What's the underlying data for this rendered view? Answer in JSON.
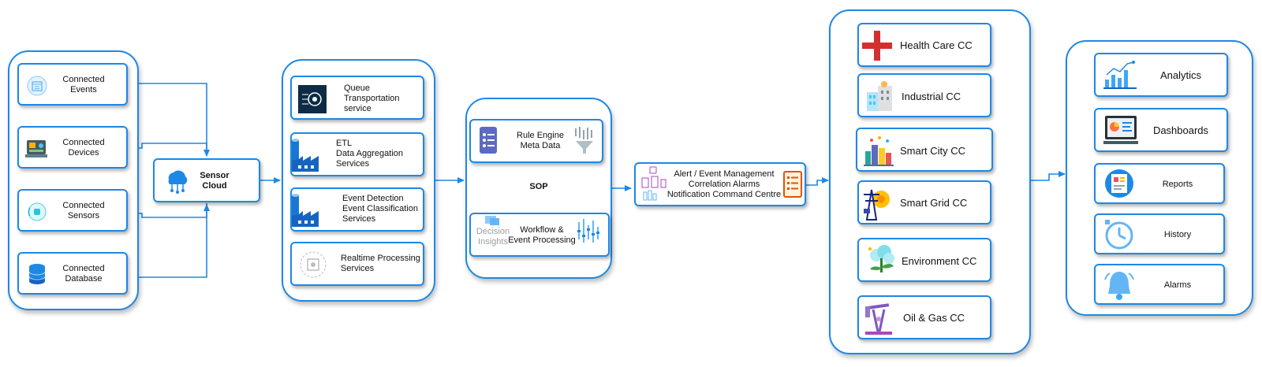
{
  "sources": {
    "events": [
      "Connected",
      "Events"
    ],
    "devices": [
      "Connected",
      "Devices"
    ],
    "sensors": [
      "Connected",
      "Sensors"
    ],
    "database": [
      "Connected",
      "Database"
    ]
  },
  "sensor_cloud": [
    "Sensor",
    "Cloud"
  ],
  "services": {
    "queue": [
      "Queue",
      "Transportation",
      "service"
    ],
    "etl": [
      "ETL",
      "Data Aggregation",
      "Services"
    ],
    "event_detection": [
      "Event Detection",
      "Event Classification",
      "Services"
    ],
    "realtime": [
      "Realtime Processing",
      "Services"
    ]
  },
  "sop": {
    "title": "SOP",
    "rule_engine": [
      "Rule Engine",
      "Meta Data"
    ],
    "workflow": [
      "Workflow &",
      "Event Processing"
    ],
    "decision_insights": [
      "Decision",
      "Insights"
    ]
  },
  "alert": [
    "Alert / Event Management",
    "Correlation Alarms",
    "Notification Command Centre"
  ],
  "command_centres": [
    "Health Care CC",
    "Industrial CC",
    "Smart City CC",
    "Smart Grid CC",
    "Environment CC",
    "Oil & Gas CC"
  ],
  "outputs": [
    "Analytics",
    "Dashboards",
    "Reports",
    "History",
    "Alarms"
  ],
  "colors": {
    "accent": "#1e88e5",
    "red": "#d32f2f",
    "orange": "#e65100",
    "purple": "#ab47bc"
  },
  "icons": {
    "events": "calendar-icon",
    "devices": "device-board-icon",
    "sensors": "sensor-icon",
    "database": "database-icon",
    "cloud": "cloud-network-icon",
    "queue": "queue-icon",
    "etl": "factory-icon",
    "event_detection": "factory-icon",
    "realtime": "processing-icon",
    "rule_engine": "document-list-icon",
    "workflow": "bar-chart-icon",
    "alert": "checklist-icon",
    "health": "red-cross-icon",
    "industrial": "industrial-building-icon",
    "smart_city": "city-icon",
    "smart_grid": "power-tower-icon",
    "environment": "tree-icon",
    "oil_gas": "oil-pump-icon",
    "analytics": "analytics-icon",
    "dashboards": "dashboard-icon",
    "reports": "report-icon",
    "history": "clock-icon",
    "alarms": "bell-icon"
  }
}
